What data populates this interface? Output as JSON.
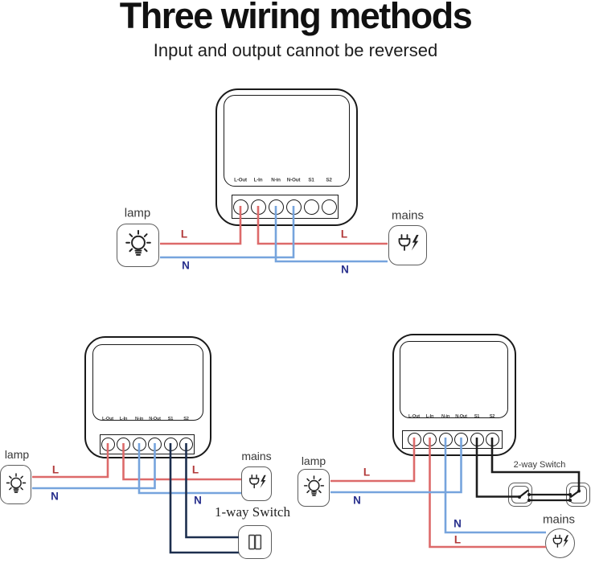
{
  "header": {
    "title": "Three wiring methods",
    "subtitle": "Input and output cannot be reversed"
  },
  "module": {
    "terminals": [
      "L-Out",
      "L-In",
      "N-in",
      "N-Out",
      "S1",
      "S2"
    ]
  },
  "labels": {
    "lamp": "lamp",
    "mains": "mains",
    "one_way_switch": "1-way Switch",
    "two_way_switch": "2-way Switch",
    "live": "L",
    "neutral": "N"
  },
  "icons": {
    "lamp": "light-bulb-icon",
    "mains": "plug-with-lightning-icon",
    "one_way_switch": "rocker-switch-icon",
    "two_way_switch": "toggle-switch-icon"
  },
  "colors": {
    "live_wire": "#dd6a6a",
    "neutral_wire": "#76a4dd",
    "switch_wire_navy": "#1d2f4e",
    "switch_wire_black": "#1d1d1d",
    "live_label": "#b23939",
    "neutral_label": "#29308d",
    "outline": "#1a1a1a",
    "icon_outline": "#5c5c5c",
    "text": "#383838"
  },
  "diagrams": [
    {
      "devices": [
        "lamp",
        "mains"
      ],
      "connections": [
        {
          "from": "L-Out",
          "to": "lamp",
          "label": "L",
          "color": "live"
        },
        {
          "from": "L-In",
          "to": "mains",
          "label": "L",
          "color": "live"
        },
        {
          "from": "N-Out",
          "to": "lamp",
          "label": "N",
          "color": "neutral"
        },
        {
          "from": "N-in",
          "to": "mains",
          "label": "N",
          "color": "neutral"
        }
      ]
    },
    {
      "devices": [
        "lamp",
        "mains",
        "1-way Switch"
      ],
      "connections": [
        {
          "from": "L-Out",
          "to": "lamp",
          "label": "L",
          "color": "live"
        },
        {
          "from": "L-In",
          "to": "mains",
          "label": "L",
          "color": "live"
        },
        {
          "from": "N-Out",
          "to": "lamp",
          "label": "N",
          "color": "neutral"
        },
        {
          "from": "N-in",
          "to": "mains",
          "label": "N",
          "color": "neutral"
        },
        {
          "from": "S1",
          "to": "1-way Switch",
          "color": "switch"
        },
        {
          "from": "S2",
          "to": "1-way Switch",
          "color": "switch"
        }
      ]
    },
    {
      "devices": [
        "lamp",
        "mains",
        "2-way Switch"
      ],
      "connections": [
        {
          "from": "L-Out",
          "to": "lamp",
          "label": "L",
          "color": "live"
        },
        {
          "from": "L-In",
          "to": "mains",
          "label": "L",
          "color": "live"
        },
        {
          "from": "N-Out",
          "to": "lamp",
          "label": "N",
          "color": "neutral"
        },
        {
          "from": "N-in",
          "to": "mains",
          "label": "N",
          "color": "neutral"
        },
        {
          "from": "S1",
          "to": "2-way Switch",
          "color": "switch"
        },
        {
          "from": "S2",
          "to": "2-way Switch",
          "color": "switch"
        }
      ]
    }
  ]
}
